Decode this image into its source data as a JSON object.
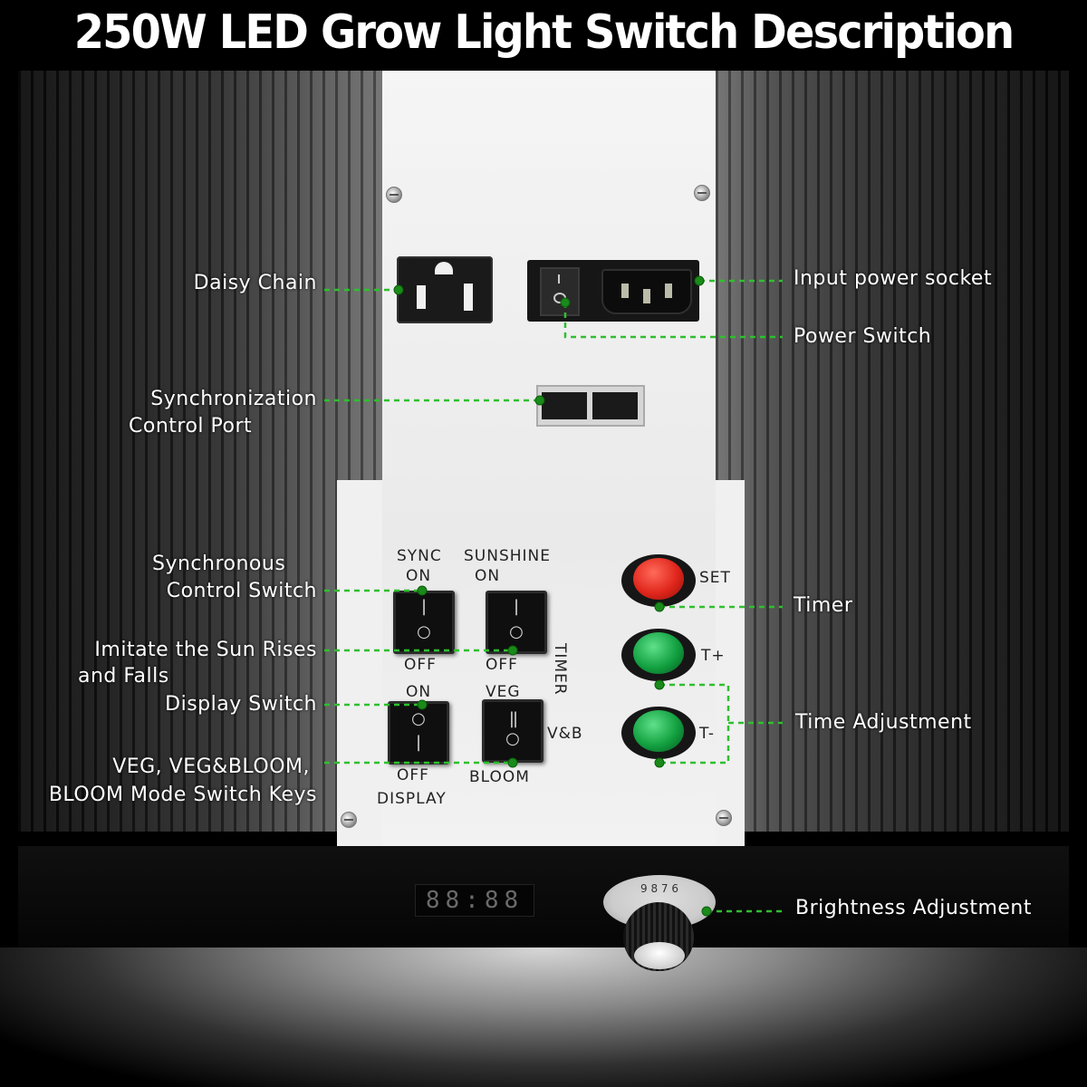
{
  "title": "250W LED Grow Light Switch Description",
  "callouts": {
    "daisy_chain": "Daisy Chain",
    "input_power_socket": "Input power socket",
    "power_switch": "Power Switch",
    "sync_port_line1": "Synchronization",
    "sync_port_line2": "Control Port",
    "sync_switch_line1": "Synchronous",
    "sync_switch_line2": "Control Switch",
    "sun_line1": "Imitate the Sun Rises",
    "sun_line2": "and Falls",
    "display_switch": "Display Switch",
    "mode_line1": "VEG, VEG&BLOOM,",
    "mode_line2": "BLOOM Mode Switch Keys",
    "timer": "Timer",
    "time_adjustment": "Time Adjustment",
    "brightness_adjustment": "Brightness Adjustment"
  },
  "panel_labels": {
    "sync": "SYNC",
    "sync_on": "ON",
    "sync_off": "OFF",
    "sunshine": "SUNSHINE",
    "sunshine_on": "ON",
    "sunshine_off": "OFF",
    "display_on": "ON",
    "display_off": "OFF",
    "display": "DISPLAY",
    "veg": "VEG",
    "vb": "V&B",
    "bloom": "BLOOM",
    "set": "SET",
    "t_plus": "T+",
    "t_minus": "T-",
    "timer_vertical": "TIMER"
  },
  "digital_display": "88:88",
  "dial_numbers": "9 8 7 6",
  "colors": {
    "leader_line": "#2fbf2f",
    "set_button": "#e0261c",
    "time_buttons": "#12a040"
  },
  "icons": [
    "power-switch-rocker-icon",
    "ac-outlet-icon",
    "iec-socket-icon",
    "rj45-port-icon"
  ]
}
